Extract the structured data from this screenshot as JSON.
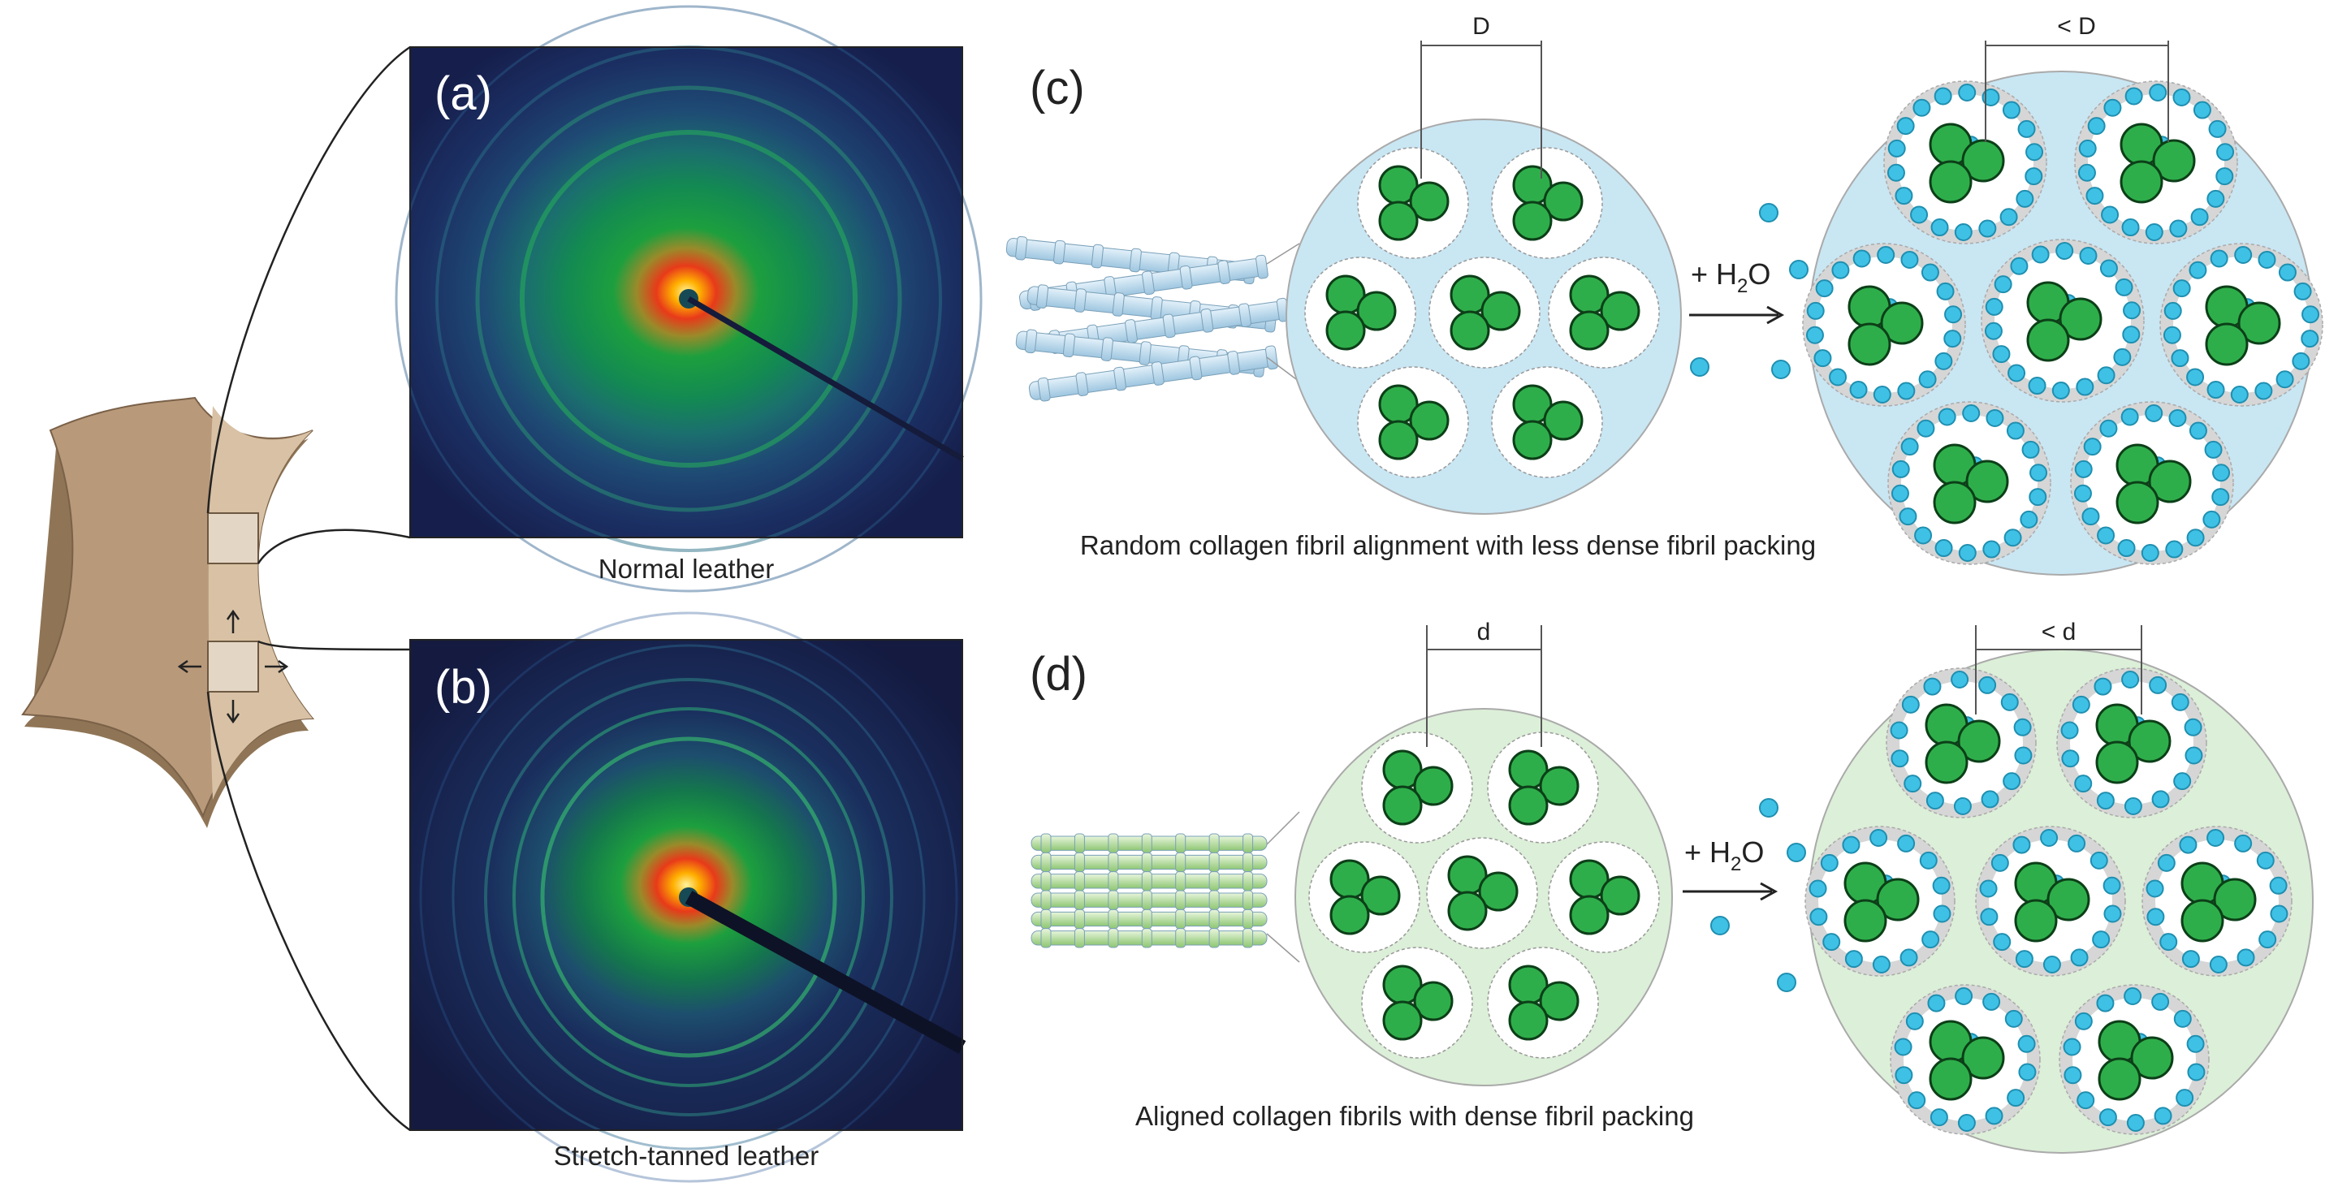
{
  "panels": {
    "a": {
      "letter": "(a)",
      "caption": "Normal leather"
    },
    "b": {
      "letter": "(b)",
      "caption": "Stretch-tanned leather"
    },
    "c": {
      "letter": "(c)",
      "caption": "Random collagen fibril alignment with less dense fibril packing",
      "dim_before": "D",
      "dim_after": "< D",
      "reaction": "+ H",
      "reaction_sub": "2",
      "reaction_tail": "O"
    },
    "d": {
      "letter": "(d)",
      "caption": "Aligned collagen fibrils with dense fibril packing",
      "dim_before": "d",
      "dim_after": "< d",
      "reaction": "+ H",
      "reaction_sub": "2",
      "reaction_tail": "O"
    }
  },
  "colors": {
    "leather_dark": "#b59a78",
    "leather_light": "#d9c3a5",
    "fibril": "#2eae4a",
    "water": "#3fc1e6",
    "c_background": "#c9e6f3",
    "d_background": "#dcefd8",
    "xray_background": "#1a2a5a"
  }
}
